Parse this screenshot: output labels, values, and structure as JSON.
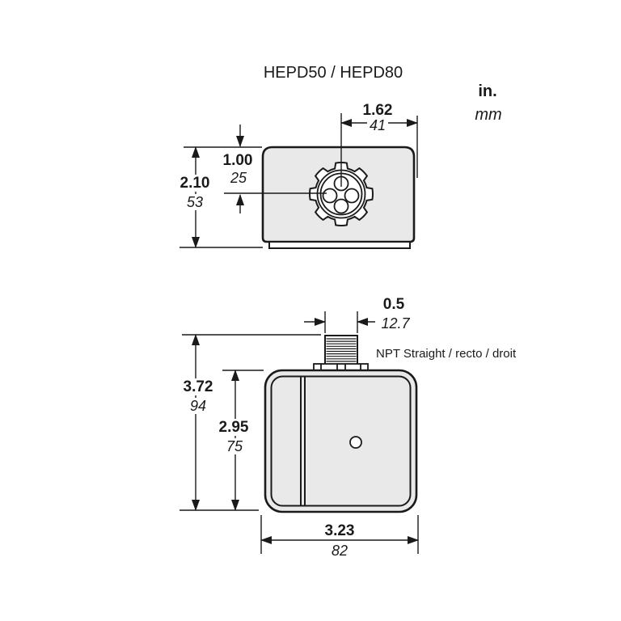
{
  "title": "HEPD50 / HEPD80",
  "units": {
    "inches_label": "in.",
    "mm_label": "mm"
  },
  "top_view": {
    "center_to_edge": {
      "in": "1.62",
      "mm": "41"
    },
    "top_to_center": {
      "in": "1.00",
      "mm": "25"
    },
    "overall_height": {
      "in": "2.10",
      "mm": "53"
    }
  },
  "front_view": {
    "conduit_width": {
      "in": "0.5",
      "mm": "12.7"
    },
    "conduit_label": "NPT Straight / recto / droit",
    "overall_height": {
      "in": "3.72",
      "mm": "94"
    },
    "body_height": {
      "in": "2.95",
      "mm": "75"
    },
    "body_width": {
      "in": "3.23",
      "mm": "82"
    }
  },
  "colors": {
    "line": "#1a1a1a",
    "body_fill": "#e9e9e9",
    "background": "#ffffff"
  }
}
